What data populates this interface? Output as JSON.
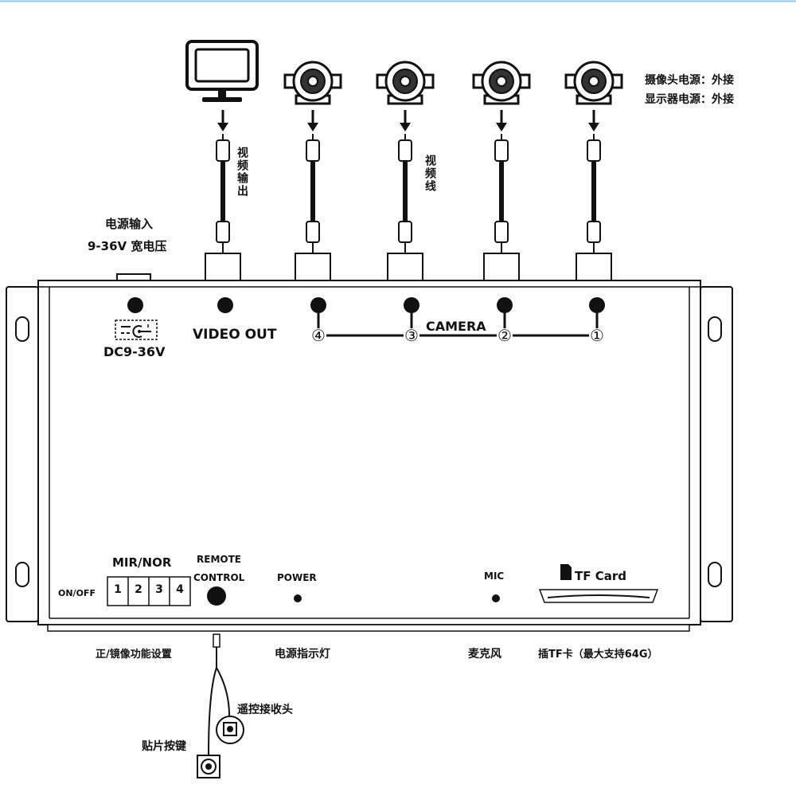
{
  "device": {
    "power_port_label": "DC9-36V",
    "video_out_label": "VIDEO OUT",
    "camera_label": "CAMERA",
    "camera_numbers": [
      "④",
      "③",
      "②",
      "①"
    ],
    "mir_nor_label": "MIR/NOR",
    "on_off_label": "ON/OFF",
    "switch_numbers": [
      "1",
      "2",
      "3",
      "4"
    ],
    "remote_control_line1": "REMOTE",
    "remote_control_line2": "CONTROL",
    "power_label": "POWER",
    "mic_label": "MIC",
    "tf_card_label": "TF Card"
  },
  "annotations": {
    "power_input_line1": "电源输入",
    "power_input_line2": "9-36V 宽电压",
    "video_output": "视频输出",
    "video_cable": "视频线",
    "camera_power_note": "摄像头电源：外接",
    "monitor_power_note": "显示器电源：外接",
    "mirror_setting": "正/镜像功能设置",
    "power_indicator": "电源指示灯",
    "microphone": "麦克风",
    "tf_insert": "插TF卡（最大支持64G）",
    "remote_receiver": "遥控接收头",
    "patch_button": "贴片按键"
  },
  "colors": {
    "line": "#111111",
    "background": "#ffffff",
    "top_rule": "#8ec9e8"
  }
}
